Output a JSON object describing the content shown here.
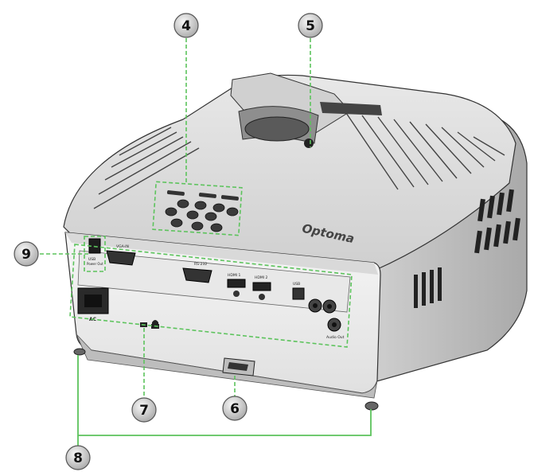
{
  "callouts": [
    {
      "id": "4",
      "label": "4"
    },
    {
      "id": "5",
      "label": "5"
    },
    {
      "id": "6",
      "label": "6"
    },
    {
      "id": "7",
      "label": "7"
    },
    {
      "id": "8",
      "label": "8"
    },
    {
      "id": "9",
      "label": "9"
    }
  ],
  "device": {
    "brand": "Optoma",
    "ports": {
      "usb": "USB",
      "usb_sub": "Power Out",
      "vga_in": "VGA-IN",
      "rs232": "RS-232",
      "hdmi1": "HDMI 1",
      "hdmi2": "HDMI 2",
      "service": "USB",
      "audio_out": "Audio Out",
      "ac": "AC"
    }
  },
  "colors": {
    "leader": "#5cc35c",
    "callout_fill_top": "#f2f2f2",
    "callout_fill_bottom": "#b8b8b8",
    "callout_stroke": "#555555",
    "line_dark": "#000000"
  }
}
